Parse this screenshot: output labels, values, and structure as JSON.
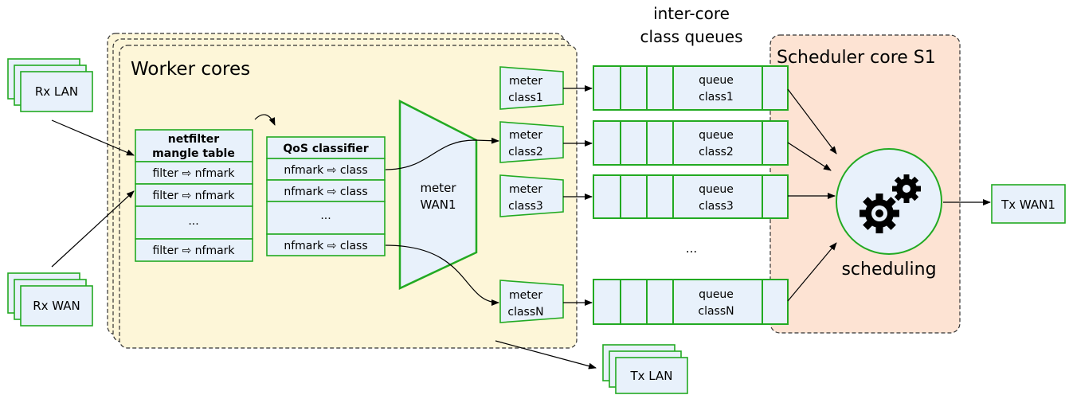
{
  "inputs": {
    "rx_lan": "Rx LAN",
    "rx_wan": "Rx WAN"
  },
  "outputs": {
    "tx_lan": "Tx LAN",
    "tx_wan1": "Tx WAN1"
  },
  "worker": {
    "title": "Worker cores"
  },
  "netfilter": {
    "title_line1": "netfilter",
    "title_line2": "mangle table",
    "rows": [
      "filter ⇨ nfmark",
      "filter ⇨ nfmark",
      "...",
      "filter ⇨ nfmark"
    ]
  },
  "qos": {
    "title": "QoS classifier",
    "rows": [
      "nfmark ⇨ class",
      "nfmark ⇨ class",
      "...",
      "nfmark ⇨ class"
    ]
  },
  "meter_wan": {
    "line1": "meter",
    "line2": "WAN1"
  },
  "meters": [
    {
      "line1": "meter",
      "line2": "class1"
    },
    {
      "line1": "meter",
      "line2": "class2"
    },
    {
      "line1": "meter",
      "line2": "class3"
    },
    {
      "line1": "meter",
      "line2": "classN"
    }
  ],
  "queues_header": {
    "line1": "inter-core",
    "line2": "class queues"
  },
  "queues": [
    {
      "line1": "queue",
      "line2": "class1"
    },
    {
      "line1": "queue",
      "line2": "class2"
    },
    {
      "line1": "queue",
      "line2": "class3"
    },
    {
      "line1": "queue",
      "line2": "classN"
    }
  ],
  "queues_ellipsis": "...",
  "scheduler": {
    "title": "Scheduler core S1",
    "label": "scheduling",
    "icon": "gears-icon"
  },
  "colors": {
    "worker_fill": "#fdf6d8",
    "scheduler_fill": "#fde3d3",
    "box_fill": "#e8f1fb",
    "green": "#22aa22"
  }
}
